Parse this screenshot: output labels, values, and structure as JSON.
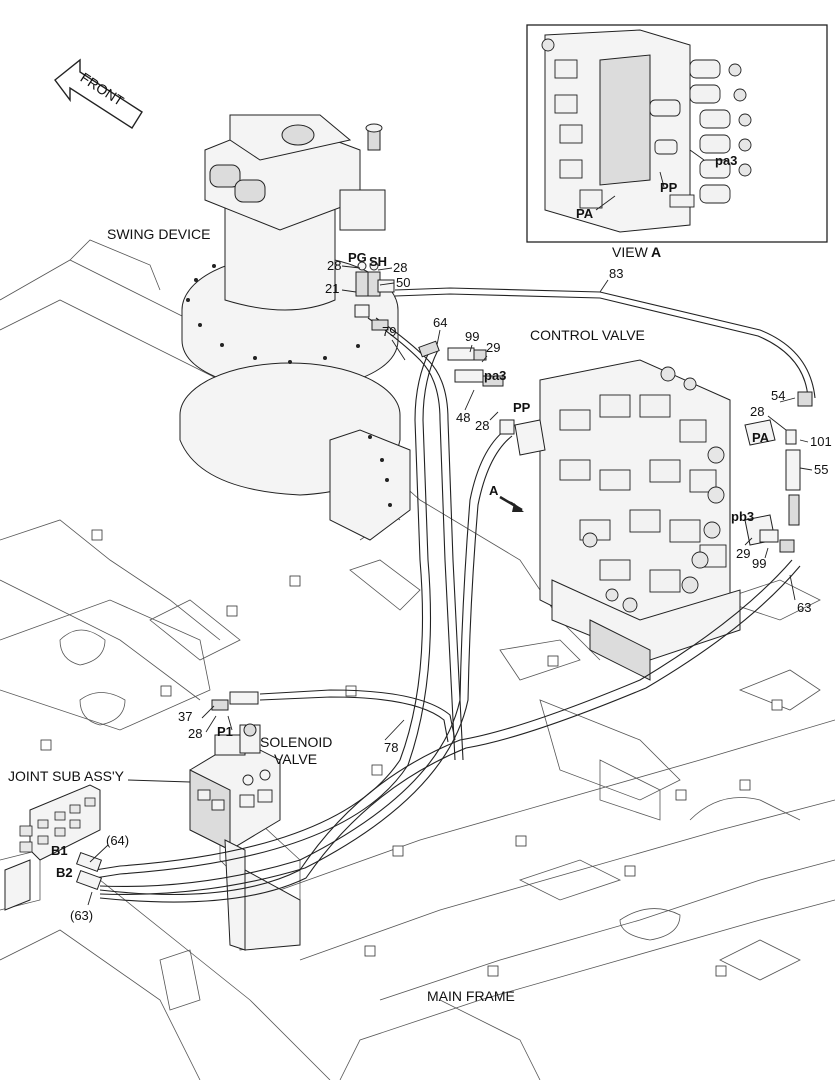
{
  "view": {
    "title": "VIEW",
    "letter": "A",
    "labels": {
      "pa": "PA",
      "pp": "PP",
      "pa3": "pa3"
    }
  },
  "front_arrow": "FRONT",
  "components": {
    "swing_device": "SWING DEVICE",
    "control_valve": "CONTROL VALVE",
    "solenoid_valve_1": "SOLENOID",
    "solenoid_valve_2": "VALVE",
    "joint_sub_assy": "JOINT SUB ASS'Y",
    "main_frame": "MAIN FRAME",
    "arrow_a": "A"
  },
  "ports": {
    "pg": "PG",
    "sh": "SH",
    "pa3": "pa3",
    "pp": "PP",
    "pa": "PA",
    "pb3": "pb3",
    "p1": "P1",
    "b1": "B1",
    "b2": "B2"
  },
  "part_numbers": {
    "n28_a": "28",
    "n28_b": "28",
    "n21": "21",
    "n50": "50",
    "n83": "83",
    "n79": "79",
    "n64": "64",
    "n99_a": "99",
    "n29_a": "29",
    "n48": "48",
    "n28_c": "28",
    "n54": "54",
    "n28_d": "28",
    "n101": "101",
    "n55": "55",
    "n29_b": "29",
    "n99_b": "99",
    "n63": "63",
    "n37": "37",
    "n28_e": "28",
    "n78": "78",
    "n64_p": "(64)",
    "n63_p": "(63)"
  }
}
